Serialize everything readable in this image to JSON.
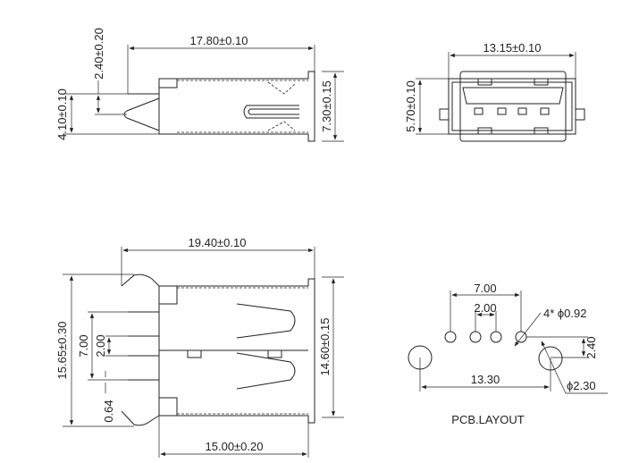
{
  "side_view": {
    "length": "17.80±0.10",
    "lead_offset": "2.40±0.20",
    "lead_height": "4.10±0.10",
    "height": "7.30±0.15"
  },
  "front_view": {
    "width": "13.15±0.10",
    "height": "5.70±0.10"
  },
  "top_view": {
    "length": "19.40±0.10",
    "overall_width": "15.65±0.30",
    "pin_span": "7.00",
    "pin_pitch": "2.00",
    "pin_width": "0.64",
    "body_width": "14.60±0.15",
    "body_length": "15.00±0.20"
  },
  "pcb_layout": {
    "title": "PCB.LAYOUT",
    "pin_span": "7.00",
    "pin_pitch": "2.00",
    "pin_hole": "4* ϕ0.92",
    "offset": "2.40",
    "mount_span": "13.30",
    "mount_hole": "ϕ2.30"
  }
}
